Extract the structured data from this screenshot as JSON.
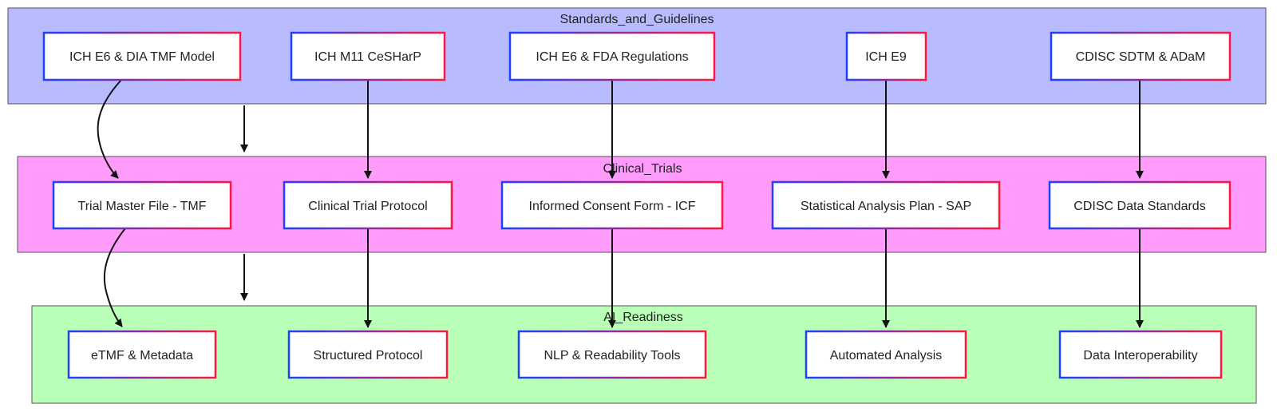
{
  "colors": {
    "standards_fill": "#b8bcff",
    "clinical_fill": "#ff9cfb",
    "ai_fill": "#b9ffb8",
    "subgraph_border": "#555555",
    "node_fill": "#ffffff",
    "node_border_left": "#1f3fff",
    "node_border_right": "#ff1744",
    "edge": "#111111"
  },
  "subgraphs": {
    "standards": {
      "title": "Standards_and_Guidelines"
    },
    "clinical": {
      "title": "Clinical_Trials"
    },
    "ai": {
      "title": "AI_Readiness"
    }
  },
  "nodes": {
    "s1": {
      "label": "ICH E6 & DIA TMF Model"
    },
    "s2": {
      "label": "ICH M11 CeSHarP"
    },
    "s3": {
      "label": "ICH E6 & FDA Regulations"
    },
    "s4": {
      "label": "ICH E9"
    },
    "s5": {
      "label": "CDISC SDTM & ADaM"
    },
    "c1": {
      "label": "Trial Master File - TMF"
    },
    "c2": {
      "label": "Clinical Trial Protocol"
    },
    "c3": {
      "label": "Informed Consent Form - ICF"
    },
    "c4": {
      "label": "Statistical Analysis Plan - SAP"
    },
    "c5": {
      "label": "CDISC Data Standards"
    },
    "a1": {
      "label": "eTMF & Metadata"
    },
    "a2": {
      "label": "Structured Protocol"
    },
    "a3": {
      "label": "NLP & Readability Tools"
    },
    "a4": {
      "label": "Automated Analysis"
    },
    "a5": {
      "label": "Data Interoperability"
    }
  },
  "edges": [
    {
      "from": "s1",
      "to": "c1"
    },
    {
      "from": "s2",
      "to": "c2"
    },
    {
      "from": "s3",
      "to": "c3"
    },
    {
      "from": "s4",
      "to": "c4"
    },
    {
      "from": "s5",
      "to": "c5"
    },
    {
      "from": "standards",
      "to": "clinical"
    },
    {
      "from": "c1",
      "to": "a1"
    },
    {
      "from": "c2",
      "to": "a2"
    },
    {
      "from": "c3",
      "to": "a3"
    },
    {
      "from": "c4",
      "to": "a4"
    },
    {
      "from": "c5",
      "to": "a5"
    },
    {
      "from": "clinical",
      "to": "ai"
    }
  ]
}
